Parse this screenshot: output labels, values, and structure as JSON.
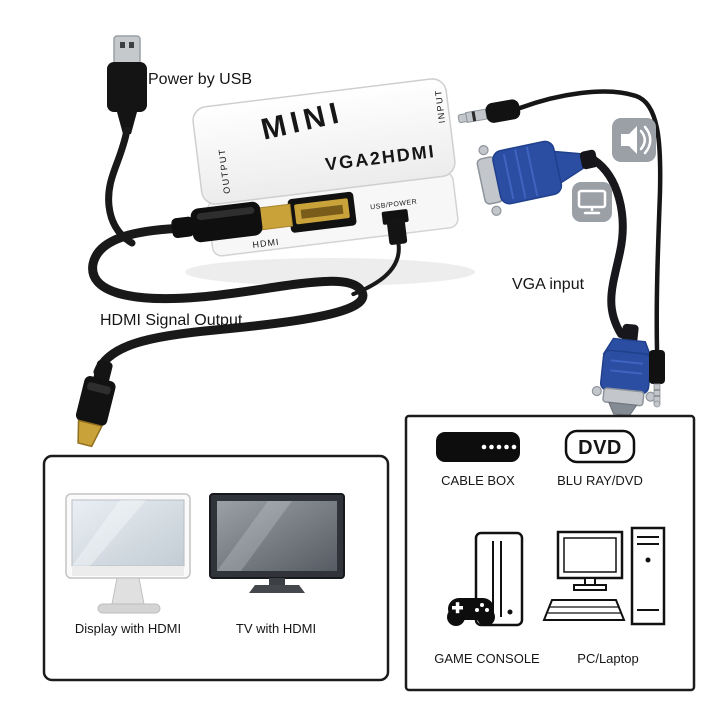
{
  "annotations": {
    "power_by_usb": "Power by USB",
    "hdmi_signal_output": "HDMI Signal Output",
    "vga_input": "VGA input"
  },
  "converter": {
    "brand": "MINI",
    "model": "VGA2HDMI",
    "label_output": "OUTPUT",
    "label_input": "INPUT",
    "label_hdmi": "HDMI",
    "label_usb_power": "USB/POWER"
  },
  "output_devices_box": {
    "items": [
      {
        "icon": "display-icon",
        "label": "Display with HDMI"
      },
      {
        "icon": "tv-icon",
        "label": "TV with HDMI"
      }
    ]
  },
  "input_devices_box": {
    "dvd_logo_text": "DVD",
    "items": [
      {
        "icon": "cable-box-icon",
        "label": "CABLE BOX"
      },
      {
        "icon": "dvd-logo",
        "label": "BLU RAY/DVD"
      },
      {
        "icon": "game-console-icon",
        "label": "GAME CONSOLE"
      },
      {
        "icon": "pc-icon",
        "label": "PC/Laptop"
      }
    ]
  },
  "icons": {
    "speaker": "speaker-icon",
    "monitor": "monitor-icon",
    "usb_plug": "usb-plug-icon",
    "hdmi_plug": "hdmi-plug-icon",
    "vga_connector": "vga-connector-icon",
    "audio_jack": "audio-jack-icon"
  },
  "colors": {
    "vga_blue": "#2b4ea3",
    "hdmi_gold": "#c9a23a",
    "cable_black": "#191919",
    "icon_gray": "#9aa0a6",
    "outline": "#1c1c1c"
  }
}
